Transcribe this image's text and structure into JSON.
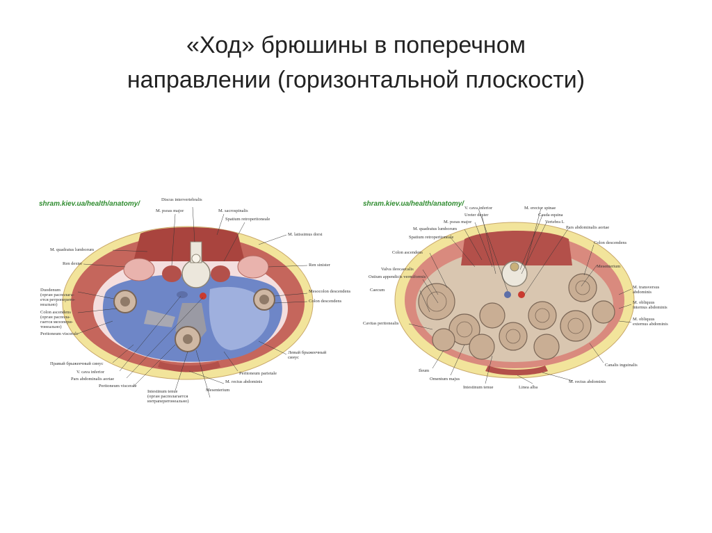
{
  "slide": {
    "title_line1": "«Ход» брюшины в поперечном",
    "title_line2": "направлении (горизонтальной плоскости)"
  },
  "left_figure": {
    "watermark": "shram.kiev.ua/health/anatomy/",
    "labels": {
      "discus": "Discus intervertebralis",
      "psoas": "M. psoas major",
      "sacrospinalis": "M. sacrospinalis",
      "spatium": "Spatium retroperitoneale",
      "latissimus": "M. latissimus dorsi",
      "quadratus": "M. quadratus lumborum",
      "ren_dexter": "Ren dexter",
      "ren_sinister": "Ren sinister",
      "duodenum": "Duodenum",
      "duodenum_note1": "(орган располага-",
      "duodenum_note2": "ется ретроперито-",
      "duodenum_note3": "неально)",
      "colon_asc": "Colon ascendens",
      "colon_asc_note1": "(орган распола-",
      "colon_asc_note2": "гается мезопери-",
      "colon_asc_note3": "тонеально)",
      "per_visc": "Peritoneum viscerale",
      "mesocolon": "Mesocolon descendens",
      "colon_desc": "Colon descendens",
      "right_sinus": "Правый брыжеечный синус",
      "vcava": "V. cava inferior",
      "aorta": "Pars abdominalis aortae",
      "per_visc2": "Peritoneum viscerale",
      "intestinum": "Intestinum tenue",
      "intestinum_note1": "(орган располагается",
      "intestinum_note2": "интраперитонеально)",
      "rectus": "M. rectus abdominis",
      "mesenterium": "Mesenterium",
      "per_parietale": "Peritoneum parietale",
      "left_sinus1": "Левый брыжеечный",
      "left_sinus2": "синус"
    }
  },
  "right_figure": {
    "watermark": "shram.kiev.ua/health/anatomy/",
    "labels": {
      "vcava": "V. cava inferior",
      "ureter": "Ureter dexter",
      "psoas": "M. psoas major",
      "quadratus": "M. quadratus lumborum",
      "spatium": "Spatium retroperitoneale",
      "colon_asc": "Colon ascendens",
      "valva": "Valva ileocaecalis",
      "ostium": "Ostium appendicis vermiformis",
      "caecum": "Caecum",
      "cavitas": "Cavitas peritonealis",
      "ileum": "Ileum",
      "omentum": "Omentum majus",
      "ileum2": "Intestinum tenue",
      "linea": "Linea alba",
      "erector": "M. erector spinae",
      "cauda": "Cauda equina",
      "vertebra": "Vertebra L",
      "pars_aorta": "Pars abdominalis aortae",
      "colon_desc": "Colon descendens",
      "mesenterium": "Mesenterium",
      "transversus1": "M. transversus",
      "transversus2": "abdominis",
      "obl_int1": "M. obliquus",
      "obl_int2": "internus abdominis",
      "obl_ext1": "M. obliquus",
      "obl_ext2": "externus abdominis",
      "sulcus": "Canalis inguinalis",
      "rectus": "M. rectus abdominis"
    }
  },
  "colors": {
    "muscle": "#b3504a",
    "muscle_light": "#d98a7e",
    "fat": "#f2e49b",
    "cavity_blue": "#6e86c7",
    "cavity_light": "#9fb0de",
    "kidney": "#e9b3ad",
    "bone": "#ece7dc",
    "gut": "#cfb8a4",
    "vessel_gray": "#9a9aa4",
    "watermark_green": "#2e8b2e"
  }
}
